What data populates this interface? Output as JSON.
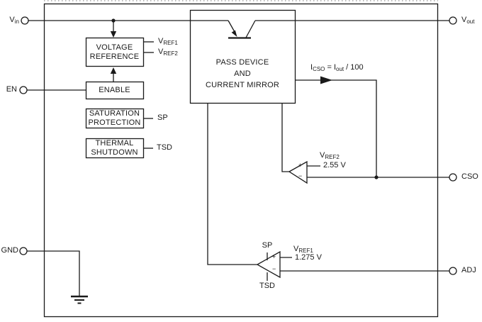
{
  "diagram": {
    "pins": {
      "vin": {
        "main": "V",
        "sub": "in"
      },
      "vout": {
        "main": "V",
        "sub": "out"
      },
      "en": {
        "label": "EN"
      },
      "gnd": {
        "label": "GND"
      },
      "cso": {
        "label": "CSO"
      },
      "adj": {
        "label": "ADJ"
      }
    },
    "blocks": {
      "voltage_reference": {
        "line1": "VOLTAGE",
        "line2": "REFERENCE"
      },
      "enable": {
        "line1": "ENABLE"
      },
      "saturation_protection": {
        "line1": "SATURATION",
        "line2": "PROTECTION"
      },
      "thermal_shutdown": {
        "line1": "THERMAL",
        "line2": "SHUTDOWN"
      },
      "pass_device": {
        "line1": "PASS DEVICE",
        "line2": "AND",
        "line3": "CURRENT MIRROR"
      }
    },
    "signals": {
      "vref1": {
        "main": "V",
        "sub": "REF1"
      },
      "vref2": {
        "main": "V",
        "sub": "REF2"
      },
      "sp": "SP",
      "tsd": "TSD"
    },
    "current_sense": {
      "p1": "I",
      "s1": "CSO",
      "p2": " = I",
      "s2": "out",
      "p3": " / 100"
    },
    "comparators": {
      "cso": {
        "plus": "+",
        "minus": "−",
        "ref_main": "V",
        "ref_sub": "REF2",
        "ref_value": "2.55 V"
      },
      "adj": {
        "plus": "+",
        "minus": "−",
        "sp": "SP",
        "tsd": "TSD",
        "ref_main": "V",
        "ref_sub": "REF1",
        "ref_value": "1.275 V"
      }
    },
    "colors": {
      "line": "#1a1a1a",
      "background": "#ffffff"
    }
  }
}
